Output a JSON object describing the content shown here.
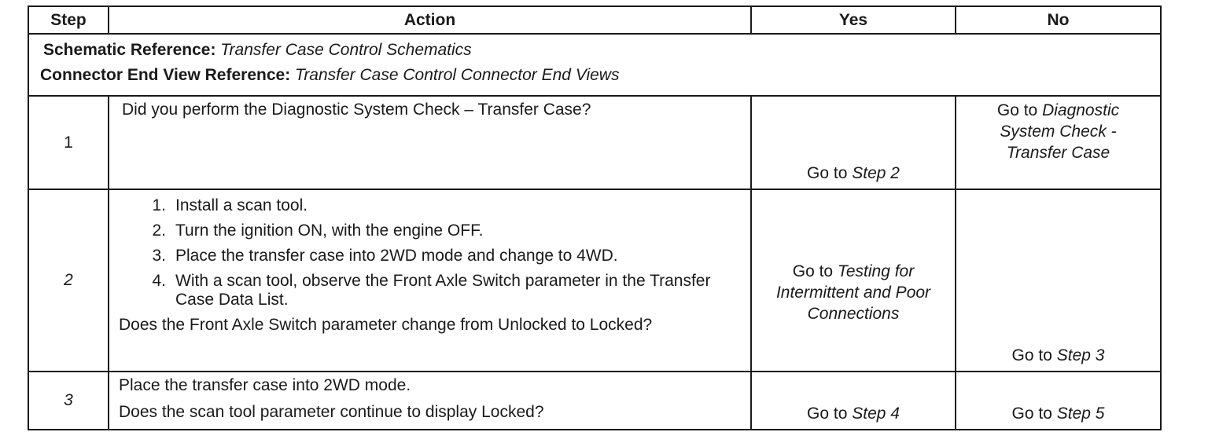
{
  "headers": {
    "step": "Step",
    "action": "Action",
    "yes": "Yes",
    "no": "No"
  },
  "references": {
    "schematic_label": "Schematic Reference:",
    "schematic_value": "Transfer Case Control Schematics",
    "connector_label": "Connector End View Reference:",
    "connector_value": "Transfer Case Control Connector End Views"
  },
  "rows": [
    {
      "step": "1",
      "question": "Did you perform the Diagnostic System Check – Transfer Case?",
      "yes_prefix": "Go to ",
      "yes_target": "Step 2",
      "no_prefix": "Go to ",
      "no_target": "Diagnostic System Check - Transfer Case"
    },
    {
      "step": "2",
      "instructions": [
        {
          "num": "1.",
          "text": "Install a scan tool."
        },
        {
          "num": "2.",
          "text": "Turn the ignition ON, with the engine OFF."
        },
        {
          "num": "3.",
          "text": "Place the transfer case into 2WD mode and change to 4WD."
        },
        {
          "num": "4.",
          "text": "With a scan tool, observe the Front Axle Switch parameter in the Transfer Case Data List."
        }
      ],
      "question": "Does the Front Axle Switch parameter change from Unlocked to Locked?",
      "yes_prefix": "Go to ",
      "yes_target": "Testing for Intermittent and Poor Connections",
      "no_prefix": "Go to ",
      "no_target": "Step 3"
    },
    {
      "step": "3",
      "instruction": "Place the transfer case into 2WD mode.",
      "question": "Does the scan tool parameter continue to display Locked?",
      "yes_prefix": "Go to ",
      "yes_target": "Step 4",
      "no_prefix": "Go to ",
      "no_target": "Step 5"
    }
  ]
}
